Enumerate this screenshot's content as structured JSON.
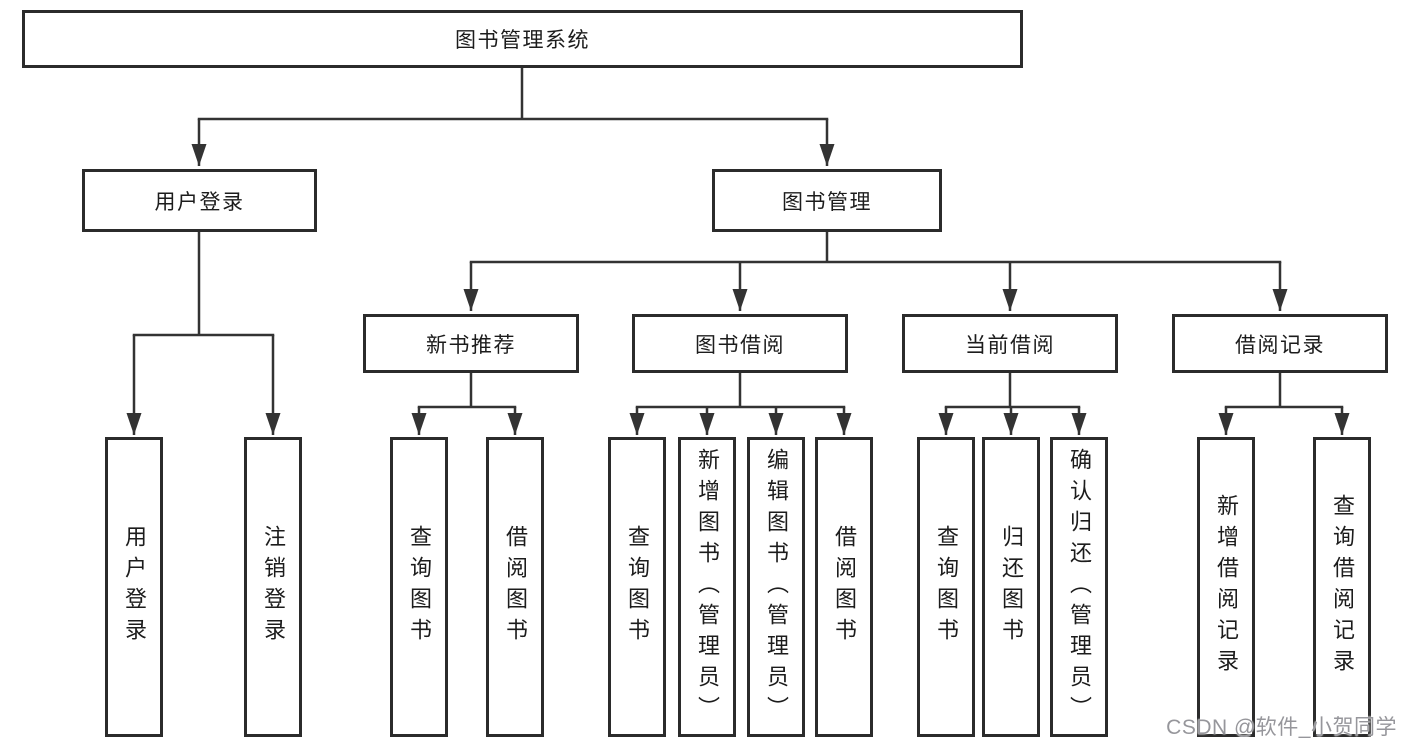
{
  "colors": {
    "background": "#ffffff",
    "line": "#333333",
    "box_border": "#2b2b2b",
    "box_fill": "#ffffff",
    "text": "#1c1c1c",
    "watermark_text": "#96969b"
  },
  "diagram": {
    "root": {
      "label": "图书管理系统"
    },
    "level2": [
      {
        "label": "用户登录",
        "parent": "图书管理系统"
      },
      {
        "label": "图书管理",
        "parent": "图书管理系统"
      }
    ],
    "level3": [
      {
        "label": "新书推荐",
        "parent": "图书管理"
      },
      {
        "label": "图书借阅",
        "parent": "图书管理"
      },
      {
        "label": "当前借阅",
        "parent": "图书管理"
      },
      {
        "label": "借阅记录",
        "parent": "图书管理"
      }
    ],
    "leaves": [
      {
        "label": "用户登录",
        "parent": "用户登录"
      },
      {
        "label": "注销登录",
        "parent": "用户登录"
      },
      {
        "label": "查询图书",
        "parent": "新书推荐"
      },
      {
        "label": "借阅图书",
        "parent": "新书推荐"
      },
      {
        "label": "查询图书",
        "parent": "图书借阅"
      },
      {
        "label": "新增图书（管理员）",
        "parent": "图书借阅"
      },
      {
        "label": "编辑图书（管理员）",
        "parent": "图书借阅"
      },
      {
        "label": "借阅图书",
        "parent": "图书借阅"
      },
      {
        "label": "查询图书",
        "parent": "当前借阅"
      },
      {
        "label": "归还图书",
        "parent": "当前借阅"
      },
      {
        "label": "确认归还（管理员）",
        "parent": "当前借阅"
      },
      {
        "label": "新增借阅记录",
        "parent": "借阅记录"
      },
      {
        "label": "查询借阅记录",
        "parent": "借阅记录"
      }
    ]
  },
  "watermark": {
    "text": "CSDN @软件_小贺同学"
  }
}
